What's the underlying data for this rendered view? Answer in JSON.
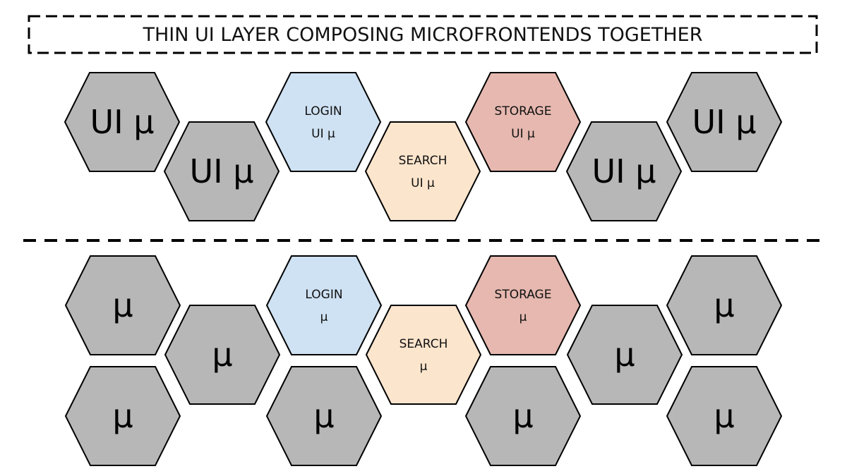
{
  "banner": {
    "label": "THIN UI LAYER COMPOSING MICROFRONTENDS TOGETHER"
  },
  "colors": {
    "generic": "#b7b7b7",
    "login": "#cfe2f3",
    "search": "#fce5cd",
    "storage": "#e6b8af"
  },
  "ui_layer": [
    {
      "id": "ui-generic-1",
      "kind": "generic",
      "lines": [
        "UI μ"
      ]
    },
    {
      "id": "ui-generic-2",
      "kind": "generic",
      "lines": [
        "UI μ"
      ]
    },
    {
      "id": "ui-login",
      "kind": "login",
      "lines": [
        "LOGIN",
        "UI μ"
      ]
    },
    {
      "id": "ui-search",
      "kind": "search",
      "lines": [
        "SEARCH",
        "UI μ"
      ]
    },
    {
      "id": "ui-storage",
      "kind": "storage",
      "lines": [
        "STORAGE",
        "UI μ"
      ]
    },
    {
      "id": "ui-generic-3",
      "kind": "generic",
      "lines": [
        "UI μ"
      ]
    },
    {
      "id": "ui-generic-4",
      "kind": "generic",
      "lines": [
        "UI μ"
      ]
    }
  ],
  "service_layer": [
    {
      "id": "svc-generic-1",
      "kind": "generic",
      "lines": [
        "μ"
      ]
    },
    {
      "id": "svc-generic-2",
      "kind": "generic",
      "lines": [
        "μ"
      ]
    },
    {
      "id": "svc-generic-3",
      "kind": "generic",
      "lines": [
        "μ"
      ]
    },
    {
      "id": "svc-login",
      "kind": "login",
      "lines": [
        "LOGIN",
        "μ"
      ]
    },
    {
      "id": "svc-generic-4",
      "kind": "generic",
      "lines": [
        "μ"
      ]
    },
    {
      "id": "svc-search",
      "kind": "search",
      "lines": [
        "SEARCH",
        "μ"
      ]
    },
    {
      "id": "svc-storage",
      "kind": "storage",
      "lines": [
        "STORAGE",
        "μ"
      ]
    },
    {
      "id": "svc-generic-5",
      "kind": "generic",
      "lines": [
        "μ"
      ]
    },
    {
      "id": "svc-generic-6",
      "kind": "generic",
      "lines": [
        "μ"
      ]
    },
    {
      "id": "svc-generic-7",
      "kind": "generic",
      "lines": [
        "μ"
      ]
    },
    {
      "id": "svc-generic-8",
      "kind": "generic",
      "lines": [
        "μ"
      ]
    }
  ]
}
